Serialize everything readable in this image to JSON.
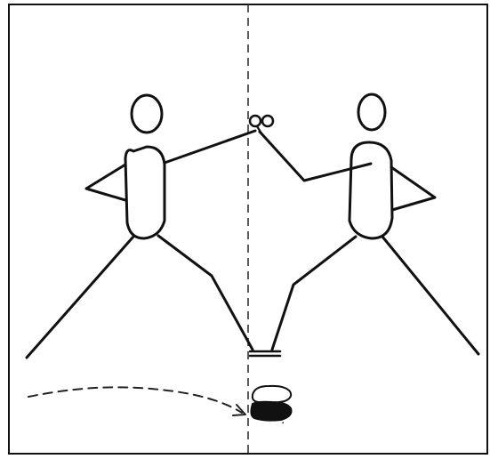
{
  "diagram": {
    "ink_color": "#111111",
    "background_color": "#ffffff",
    "figures": [
      "left-fencer",
      "right-fencer"
    ],
    "elements": [
      "scissors-icon",
      "center-line",
      "footprint-icon",
      "dashed-arrow"
    ]
  }
}
